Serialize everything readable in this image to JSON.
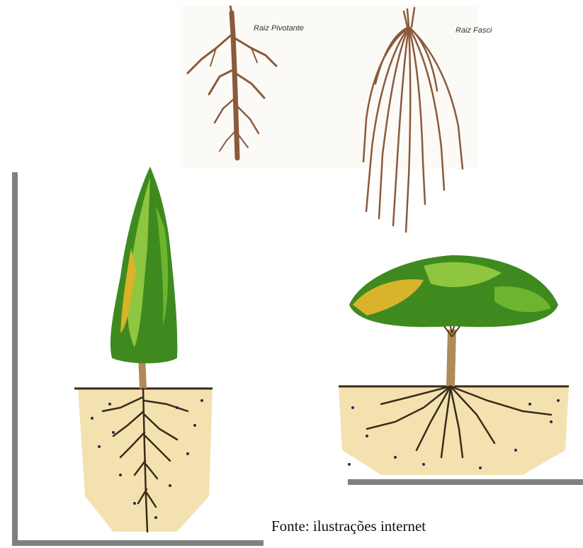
{
  "illustrations": {
    "taproot_label": "Raiz Pivotante",
    "fibrous_label": "Raiz Fasciculada"
  },
  "caption": "Fonte: ilustrações internet",
  "colors": {
    "root": "#8a5a3c",
    "foliage_dark": "#3f8a1f",
    "foliage_light": "#8ec63f",
    "foliage_yellow": "#d9b32a",
    "soil": "#f3e2b0",
    "ground_line": "#3a2a1a",
    "frame_bar": "#808080"
  }
}
